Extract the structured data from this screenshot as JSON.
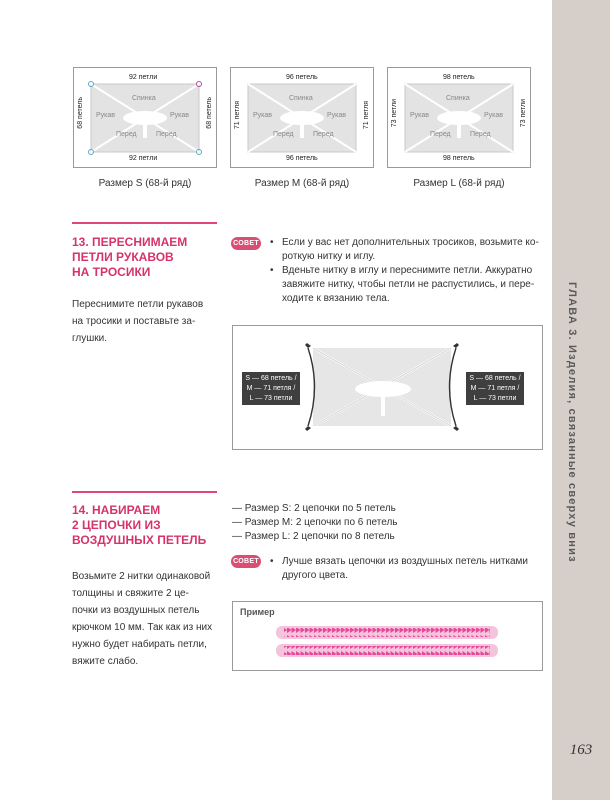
{
  "chapter": "ГЛАВА 3. Изделия, связанные сверху вниз",
  "page_number": "163",
  "size_diagrams": [
    {
      "top_label": "92 петли",
      "bottom_label": "92 петли",
      "left_label": "68 петель",
      "right_label": "68 петель",
      "caption": "Размер S (68-й ряд)"
    },
    {
      "top_label": "96 петель",
      "bottom_label": "96 петель",
      "left_label": "71 петля",
      "right_label": "71 петля",
      "caption": "Размер M (68-й ряд)"
    },
    {
      "top_label": "98 петель",
      "bottom_label": "98 петель",
      "left_label": "73 петли",
      "right_label": "73 петли",
      "caption": "Размер L (68-й ряд)"
    }
  ],
  "diagram_parts": {
    "back": "Спинка",
    "sleeve": "Рукав",
    "front": "Перед"
  },
  "section13": {
    "title": [
      "13. ПЕРЕСНИМАЕМ",
      "ПЕТЛИ РУКАВОВ",
      "НА ТРОСИКИ"
    ],
    "body": [
      "Переснимите петли рукавов",
      "на тросики и поставьте за-",
      "глушки."
    ],
    "tip_badge": "СОВЕТ",
    "tips": [
      [
        "Если у вас нет дополнительных тросиков, возьмите ко-",
        "роткую нитку и иглу."
      ],
      [
        "Вденьте нитку в иглу и переснимите петли. Аккуратно",
        "завяжите нитку, чтобы петли не распустились, и пере-",
        "ходите к вязанию тела."
      ]
    ],
    "diagram_labels": {
      "left": [
        "S — 68 петель /",
        "M — 71 петля /",
        "L — 73 петли"
      ],
      "right": [
        "S — 68 петель /",
        "M — 71 петля /",
        "L — 73 петли"
      ]
    }
  },
  "section14": {
    "title": [
      "14. НАБИРАЕМ",
      "2 ЦЕПОЧКИ ИЗ",
      "ВОЗДУШНЫХ ПЕТЕЛЬ"
    ],
    "body": [
      "Возьмите 2 нитки одинаковой",
      "толщины и свяжите 2 це-",
      "почки из воздушных петель",
      "крючком 10 мм. Так как из них",
      "нужно будет набирать петли,",
      "вяжите слабо."
    ],
    "sizes": [
      "— Размер S: 2 цепочки по 5 петель",
      "— Размер M: 2 цепочки по 6 петель",
      "— Размер L: 2 цепочки по 8 петель"
    ],
    "tip_badge": "СОВЕТ",
    "tips": [
      [
        "Лучше вязать цепочки из воздушных петель нитками",
        "другого цвета."
      ]
    ],
    "example_title": "Пример"
  },
  "colors": {
    "accent": "#d6336c",
    "strip": "#d6cec8",
    "chain": "#e6479a"
  }
}
